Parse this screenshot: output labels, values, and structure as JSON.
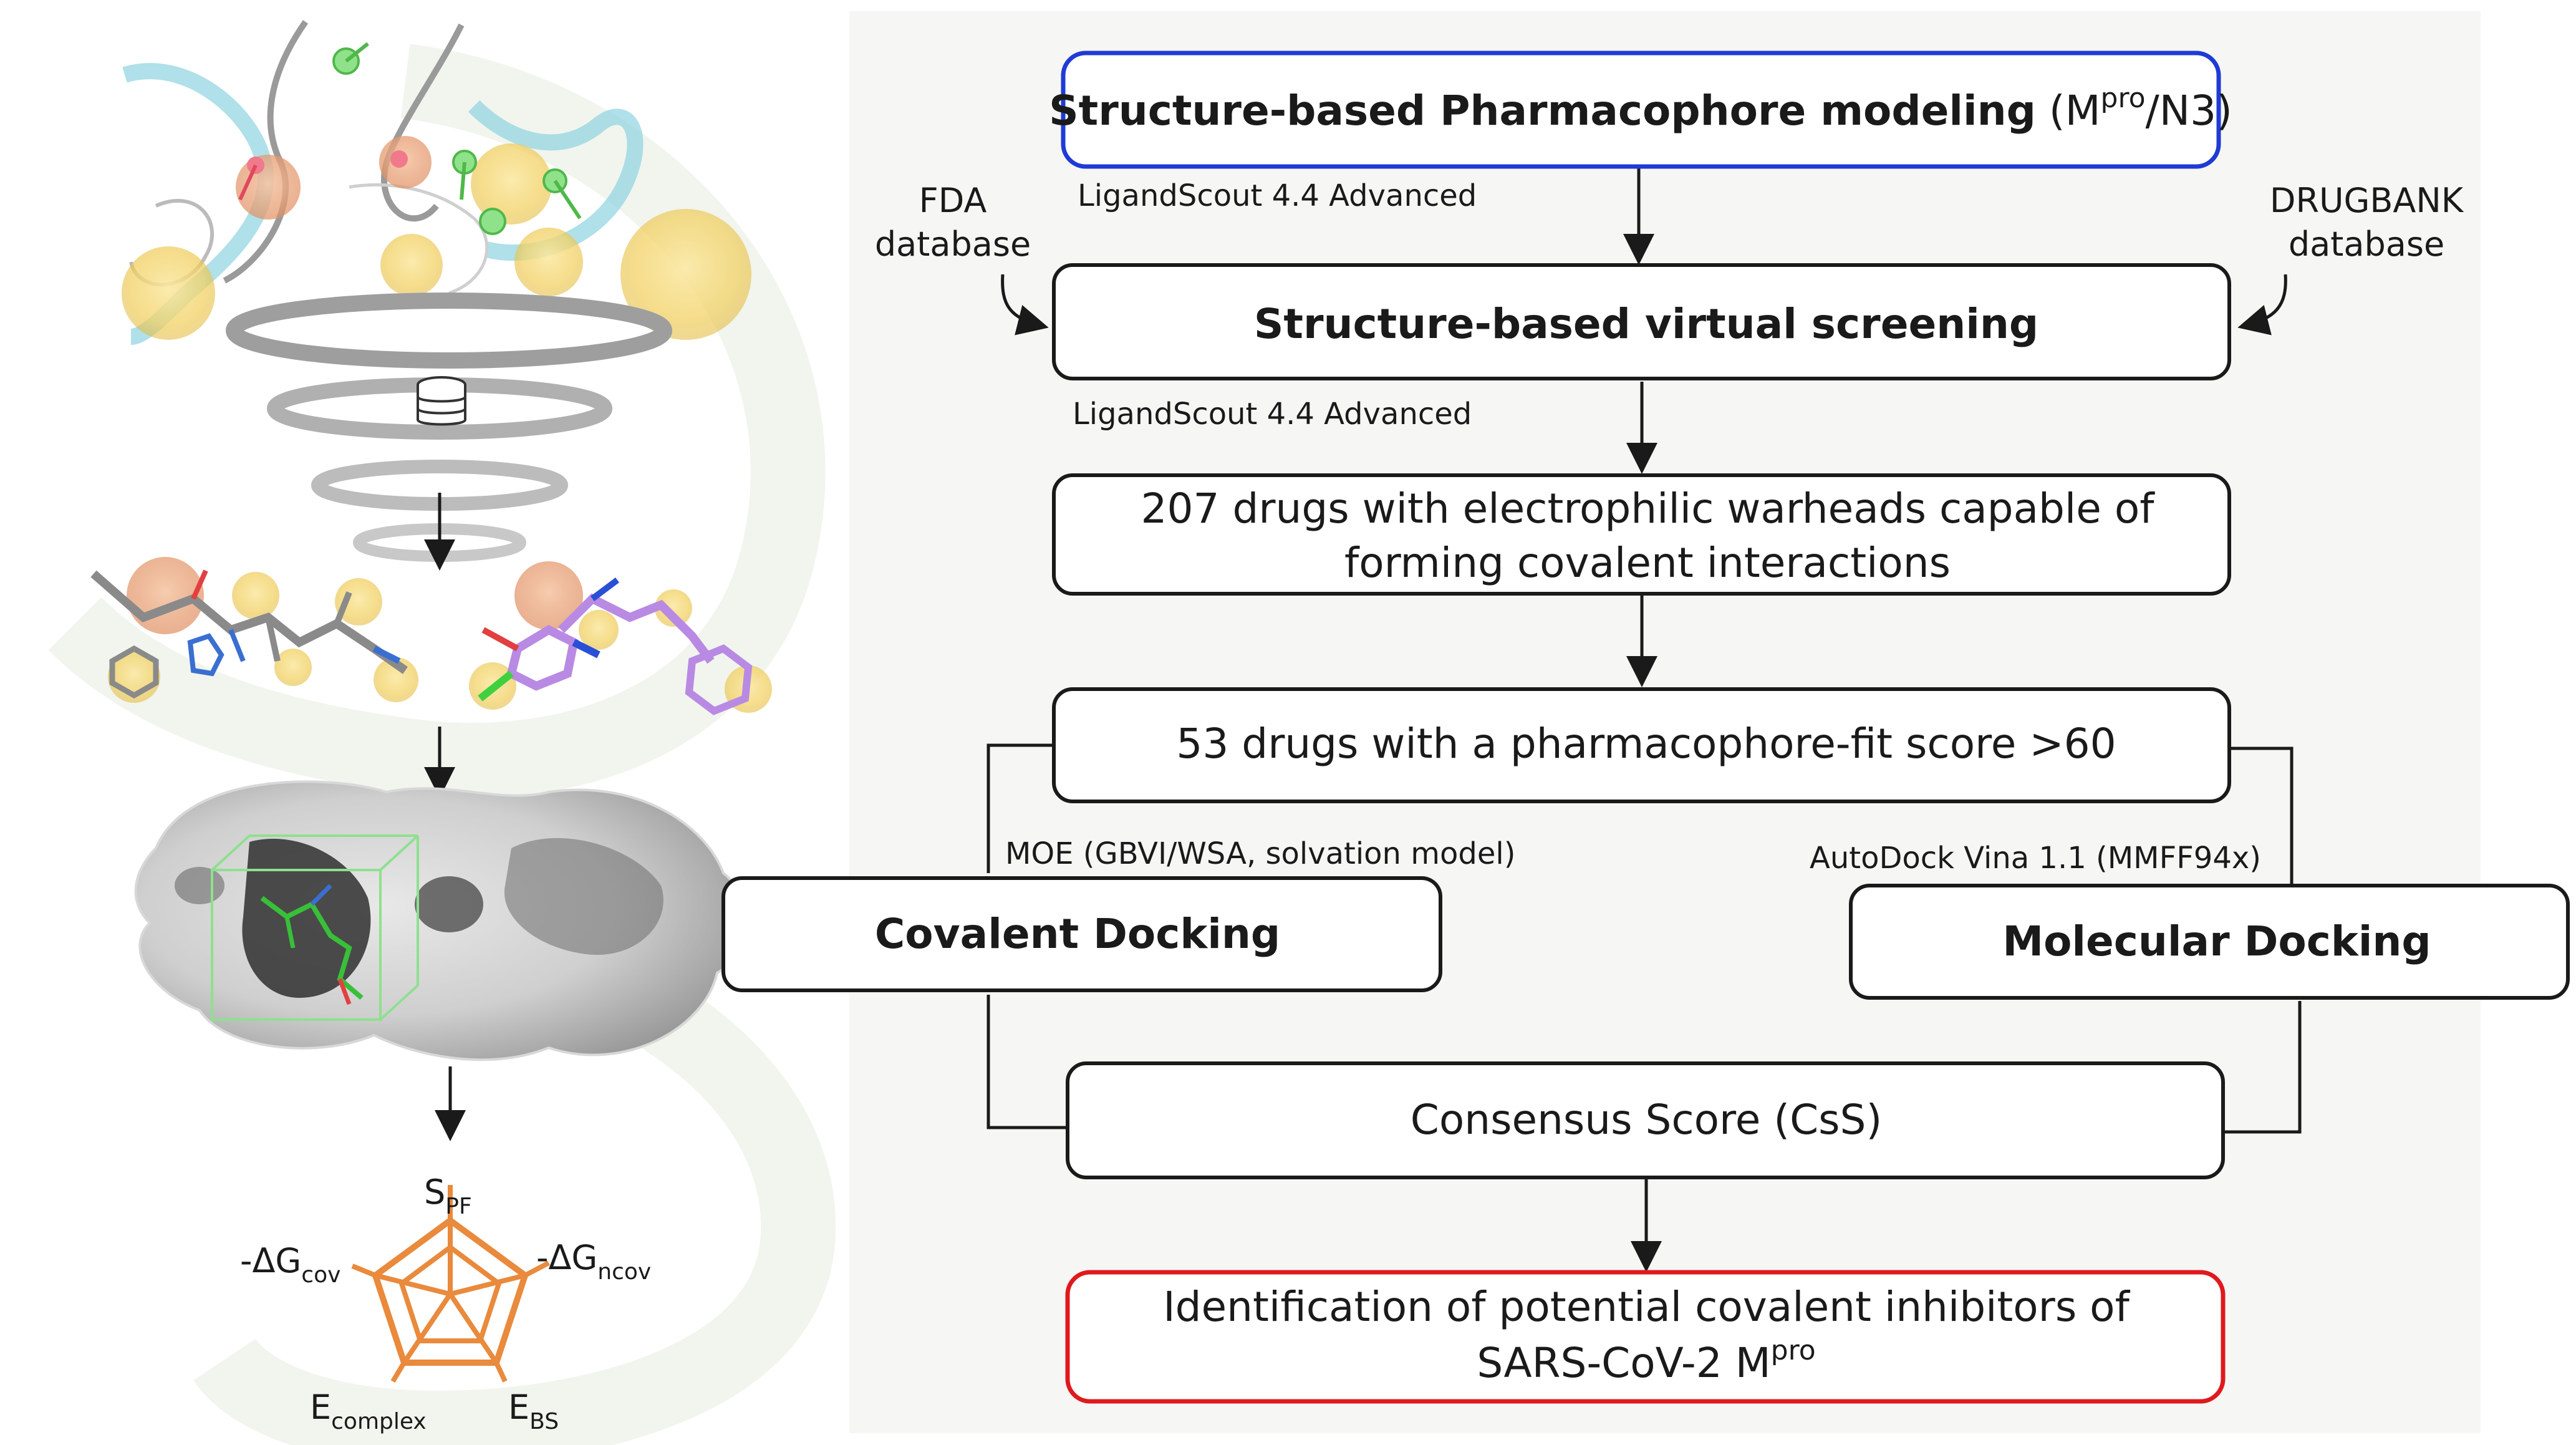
{
  "flowchart": {
    "step1": {
      "bold": "Structure-based Pharmacophore modeling",
      "suffix_pre": "(M",
      "suffix_sup": "pro",
      "suffix_post": "/N3)",
      "border_color": "#1f3bd6"
    },
    "label_ligandscout_1": "LigandScout 4.4 Advanced",
    "fda": {
      "line1": "FDA",
      "line2": "database"
    },
    "drugbank": {
      "line1": "DRUGBANK",
      "line2": "database"
    },
    "step2": "Structure-based virtual screening",
    "label_ligandscout_2": "LigandScout 4.4 Advanced",
    "step3": {
      "line1": "207 drugs with electrophilic warheads capable of",
      "line2": "forming covalent interactions"
    },
    "step4": "53 drugs with a pharmacophore-fit score >60",
    "label_moe": "MOE (GBVI/WSA, solvation model)",
    "label_autodock": "AutoDock Vina 1.1 (MMFF94x)",
    "step5a": "Covalent Docking",
    "step5b": "Molecular Docking",
    "step6": "Consensus Score (CsS)",
    "step7": {
      "line1": "Identification of potential covalent inhibitors of",
      "line2_pre": "SARS-CoV-2 M",
      "line2_sup": "pro",
      "border_color": "#e0191d"
    }
  },
  "radar": {
    "s_pf": {
      "main": "S",
      "sub": "PF"
    },
    "dg_cov": {
      "main": "-ΔG",
      "sub": "cov"
    },
    "dg_ncov": {
      "main": "-ΔG",
      "sub": "ncov"
    },
    "e_complex": {
      "main": "E",
      "sub": "complex"
    },
    "e_bs": {
      "main": "E",
      "sub": "BS"
    },
    "color": "#e98a3c"
  }
}
